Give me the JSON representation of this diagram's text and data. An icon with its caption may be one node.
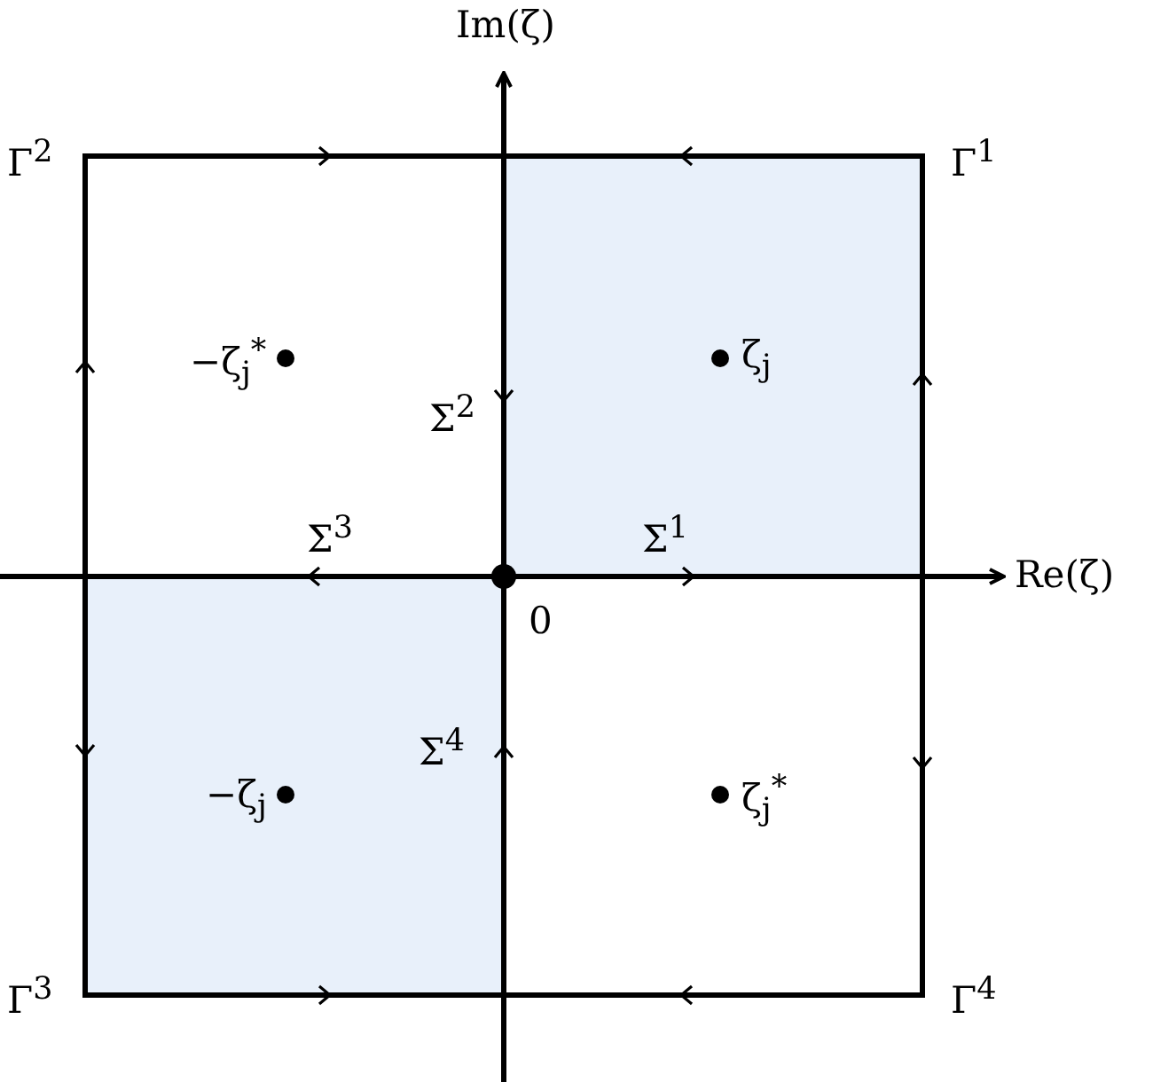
{
  "diagram": {
    "labels": [
      "Im(ζ)",
      "Γ$^{2}$",
      "Γ$^{1}$",
      "−ζ$_{j}$$^{*}$",
      "ζ$_{j}$",
      "Σ$^{2}$",
      "Σ$^{3}$",
      "Σ$^{1}$",
      "Re(ζ)",
      "0",
      "Σ$^{4}$",
      "−ζ$_{j}$",
      "ζ$_{j}$$^{*}$",
      "Γ$^{3}$",
      "Γ$^{4}$"
    ]
  }
}
